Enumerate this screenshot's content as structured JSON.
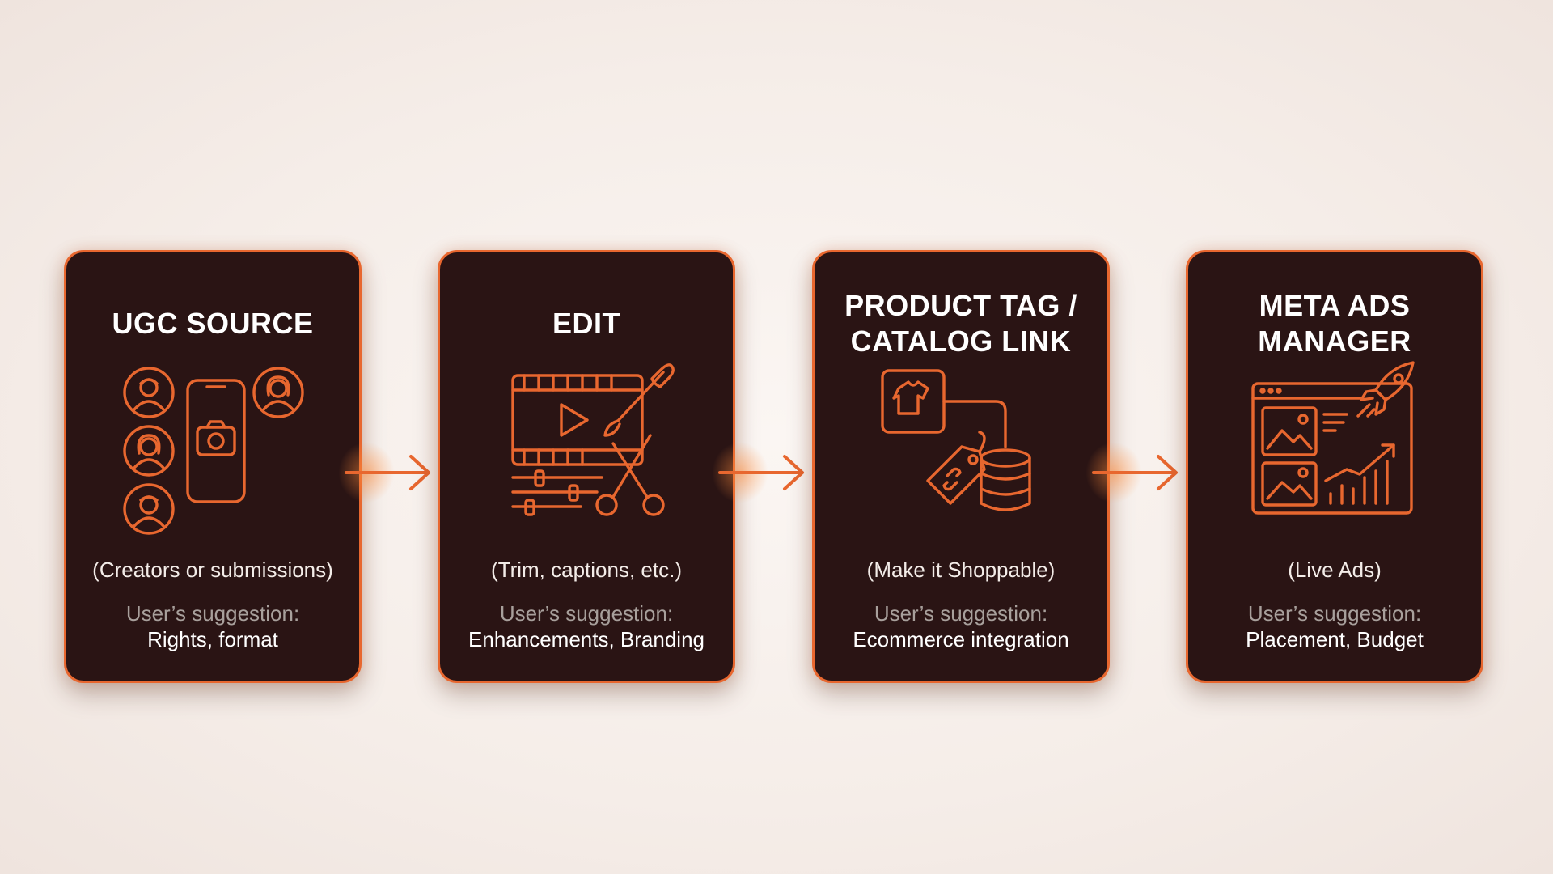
{
  "accent_color": "#e8672f",
  "card_background": "#2a1414",
  "steps": [
    {
      "title": "UGC SOURCE",
      "subtitle": "(Creators or submissions)",
      "suggestion_label": "User’s suggestion:",
      "suggestion_value": "Rights, format",
      "icon": "creators-phone-camera-icon"
    },
    {
      "title": "EDIT",
      "subtitle": "(Trim, captions, etc.)",
      "suggestion_label": "User’s suggestion:",
      "suggestion_value": "Enhancements, Branding",
      "icon": "video-edit-icon"
    },
    {
      "title": "PRODUCT TAG /\nCATALOG LINK",
      "subtitle": "(Make it Shoppable)",
      "suggestion_label": "User’s suggestion:",
      "suggestion_value": "Ecommerce integration",
      "icon": "product-tag-catalog-icon"
    },
    {
      "title": "META ADS\nMANAGER",
      "subtitle": "(Live Ads)",
      "suggestion_label": "User’s suggestion:",
      "suggestion_value": "Placement, Budget",
      "icon": "ads-dashboard-rocket-icon"
    }
  ]
}
